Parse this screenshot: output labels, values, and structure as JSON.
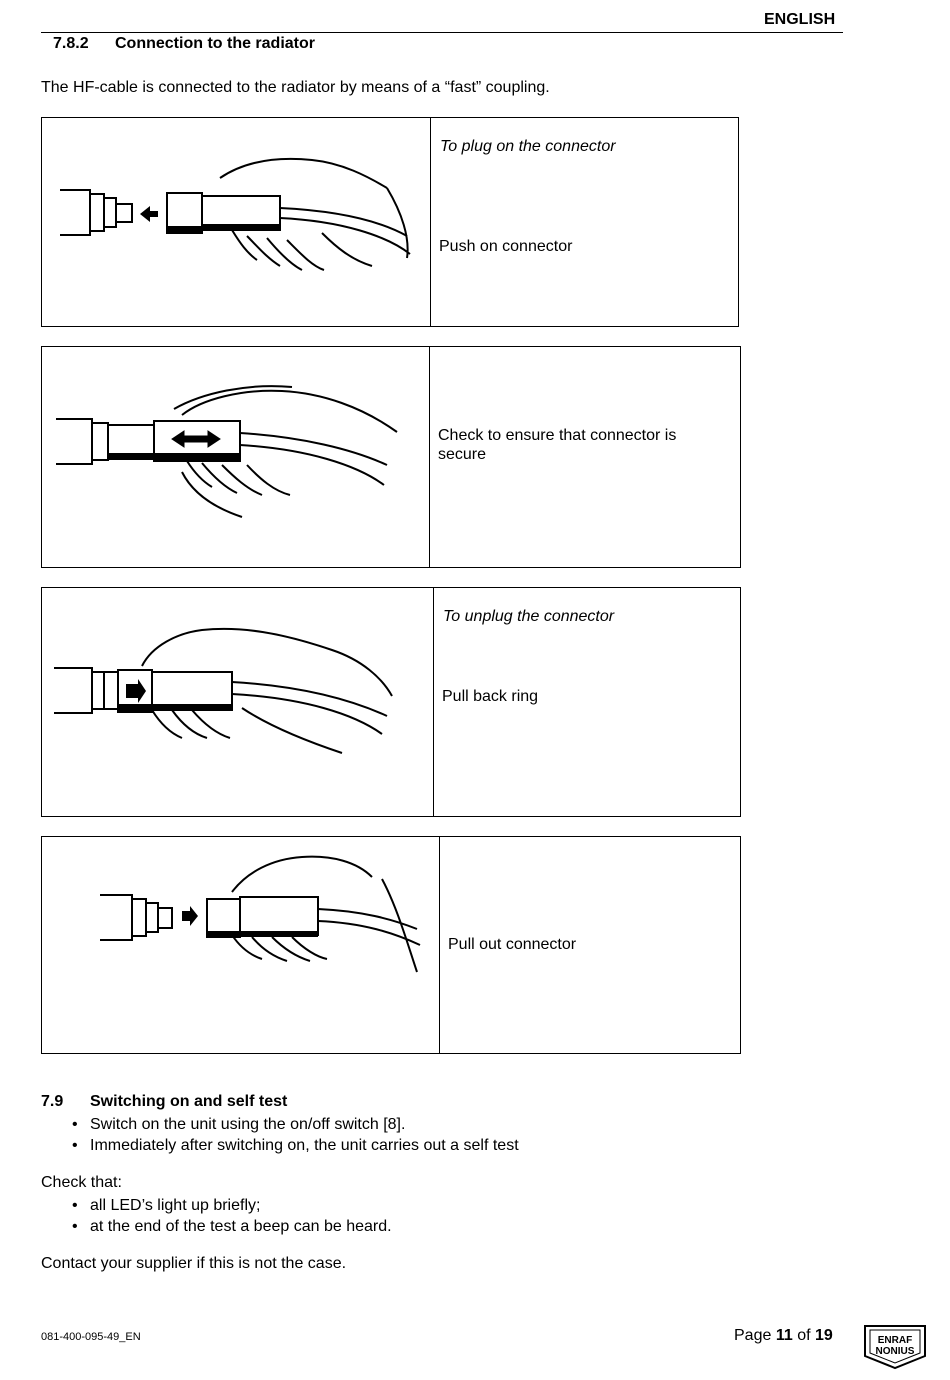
{
  "header": {
    "language": "ENGLISH"
  },
  "section_782": {
    "number": "7.8.2",
    "title": "Connection to the radiator",
    "intro": "The HF-cable is connected to the radiator by means of a “fast” coupling."
  },
  "steps": [
    {
      "caption": "To plug on the connector",
      "text": "Push on connector",
      "arrow": "arrow-left"
    },
    {
      "caption": "",
      "text": "Check to ensure that connector is secure",
      "arrow": "arrow-double"
    },
    {
      "caption": "To unplug the connector",
      "text": "Pull back ring",
      "arrow": "arrow-right"
    },
    {
      "caption": "",
      "text": "Pull out connector",
      "arrow": "arrow-right"
    }
  ],
  "section_79": {
    "number": "7.9",
    "title": "Switching on and self test",
    "bullets": [
      "Switch on the unit using the on/off switch [8].",
      "Immediately after switching on, the unit carries out a self test"
    ],
    "check_intro": "Check that:",
    "check_bullets": [
      "all LED’s light up briefly;",
      "at the end of the test a beep can be heard."
    ],
    "contact": "Contact your supplier if this is not the case."
  },
  "footer": {
    "doc_number": "081-400-095-49_EN",
    "page_prefix": "Page",
    "page_current": "11",
    "page_of": "of",
    "page_total": "19",
    "logo_line1": "ENRAF",
    "logo_line2": "NONIUS",
    "bullet_glyph": "•"
  }
}
